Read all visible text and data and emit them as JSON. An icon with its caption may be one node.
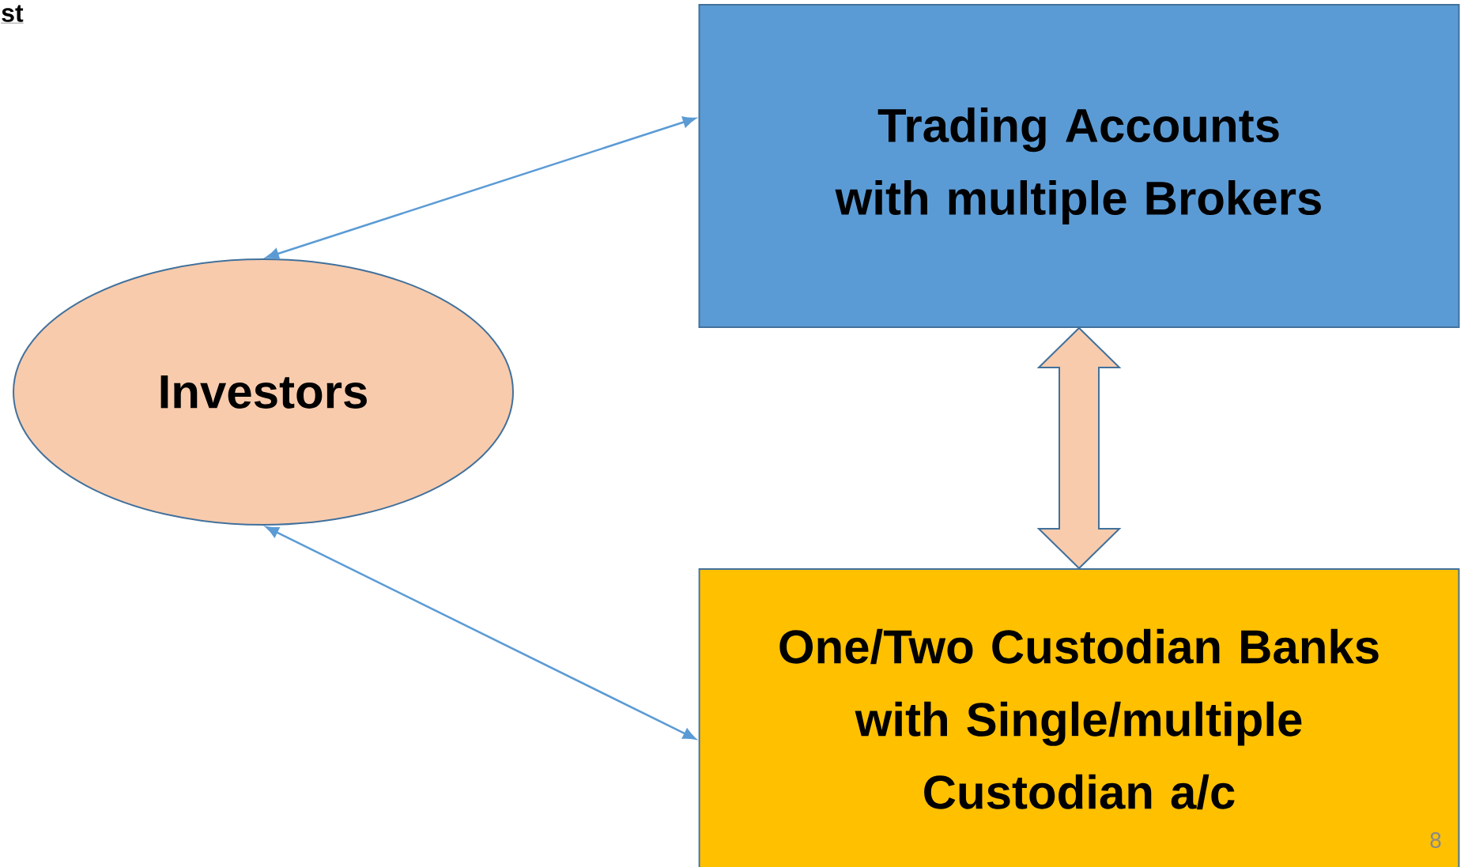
{
  "diagram": {
    "nodes": [
      {
        "text": [
          "Investors"
        ]
      },
      {
        "text": [
          "Trading Accounts with multiple Brokers"
        ]
      },
      {
        "text": [
          "One/Two Custodian Banks with Single/multiple Custodian a/c"
        ]
      }
    ],
    "edges": [
      {
        "from": 0,
        "to": 1,
        "arrow": "both"
      },
      {
        "from": 0,
        "to": 2,
        "arrow": "both"
      },
      {
        "from": 1,
        "to": 2,
        "arrow": "both",
        "style": "thick",
        "color": "#f8cbad"
      }
    ],
    "labels": [
      "st",
      "8"
    ]
  }
}
